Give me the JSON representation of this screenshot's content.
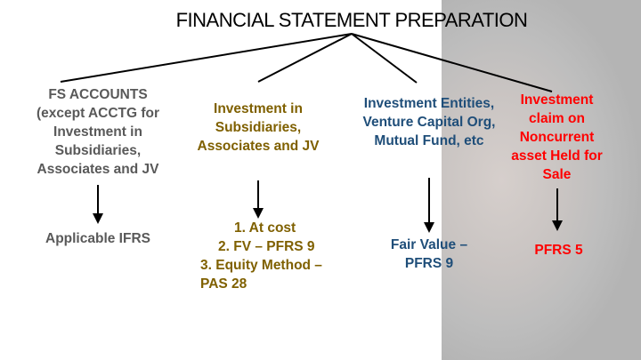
{
  "title": "FINANCIAL STATEMENT PREPARATION",
  "columns": [
    {
      "heading": "FS ACCOUNTS (except ACCTG for Investment in Subsidiaries, Associates and JV",
      "result": "Applicable IFRS",
      "color": "#595959"
    },
    {
      "heading": "Investment in Subsidiaries, Associates and JV",
      "results": [
        "1.  At cost",
        "2.  FV – PFRS 9",
        "3.  Equity Method – PAS 28"
      ],
      "color": "#7f6000"
    },
    {
      "heading": "Investment Entities, Venture Capital Org, Mutual Fund, etc",
      "result": "Fair Value – PFRS 9",
      "color": "#1f4e79"
    },
    {
      "heading": "Investment claim on Noncurrent asset Held for Sale",
      "result": "PFRS 5",
      "color": "#ff0000"
    }
  ]
}
